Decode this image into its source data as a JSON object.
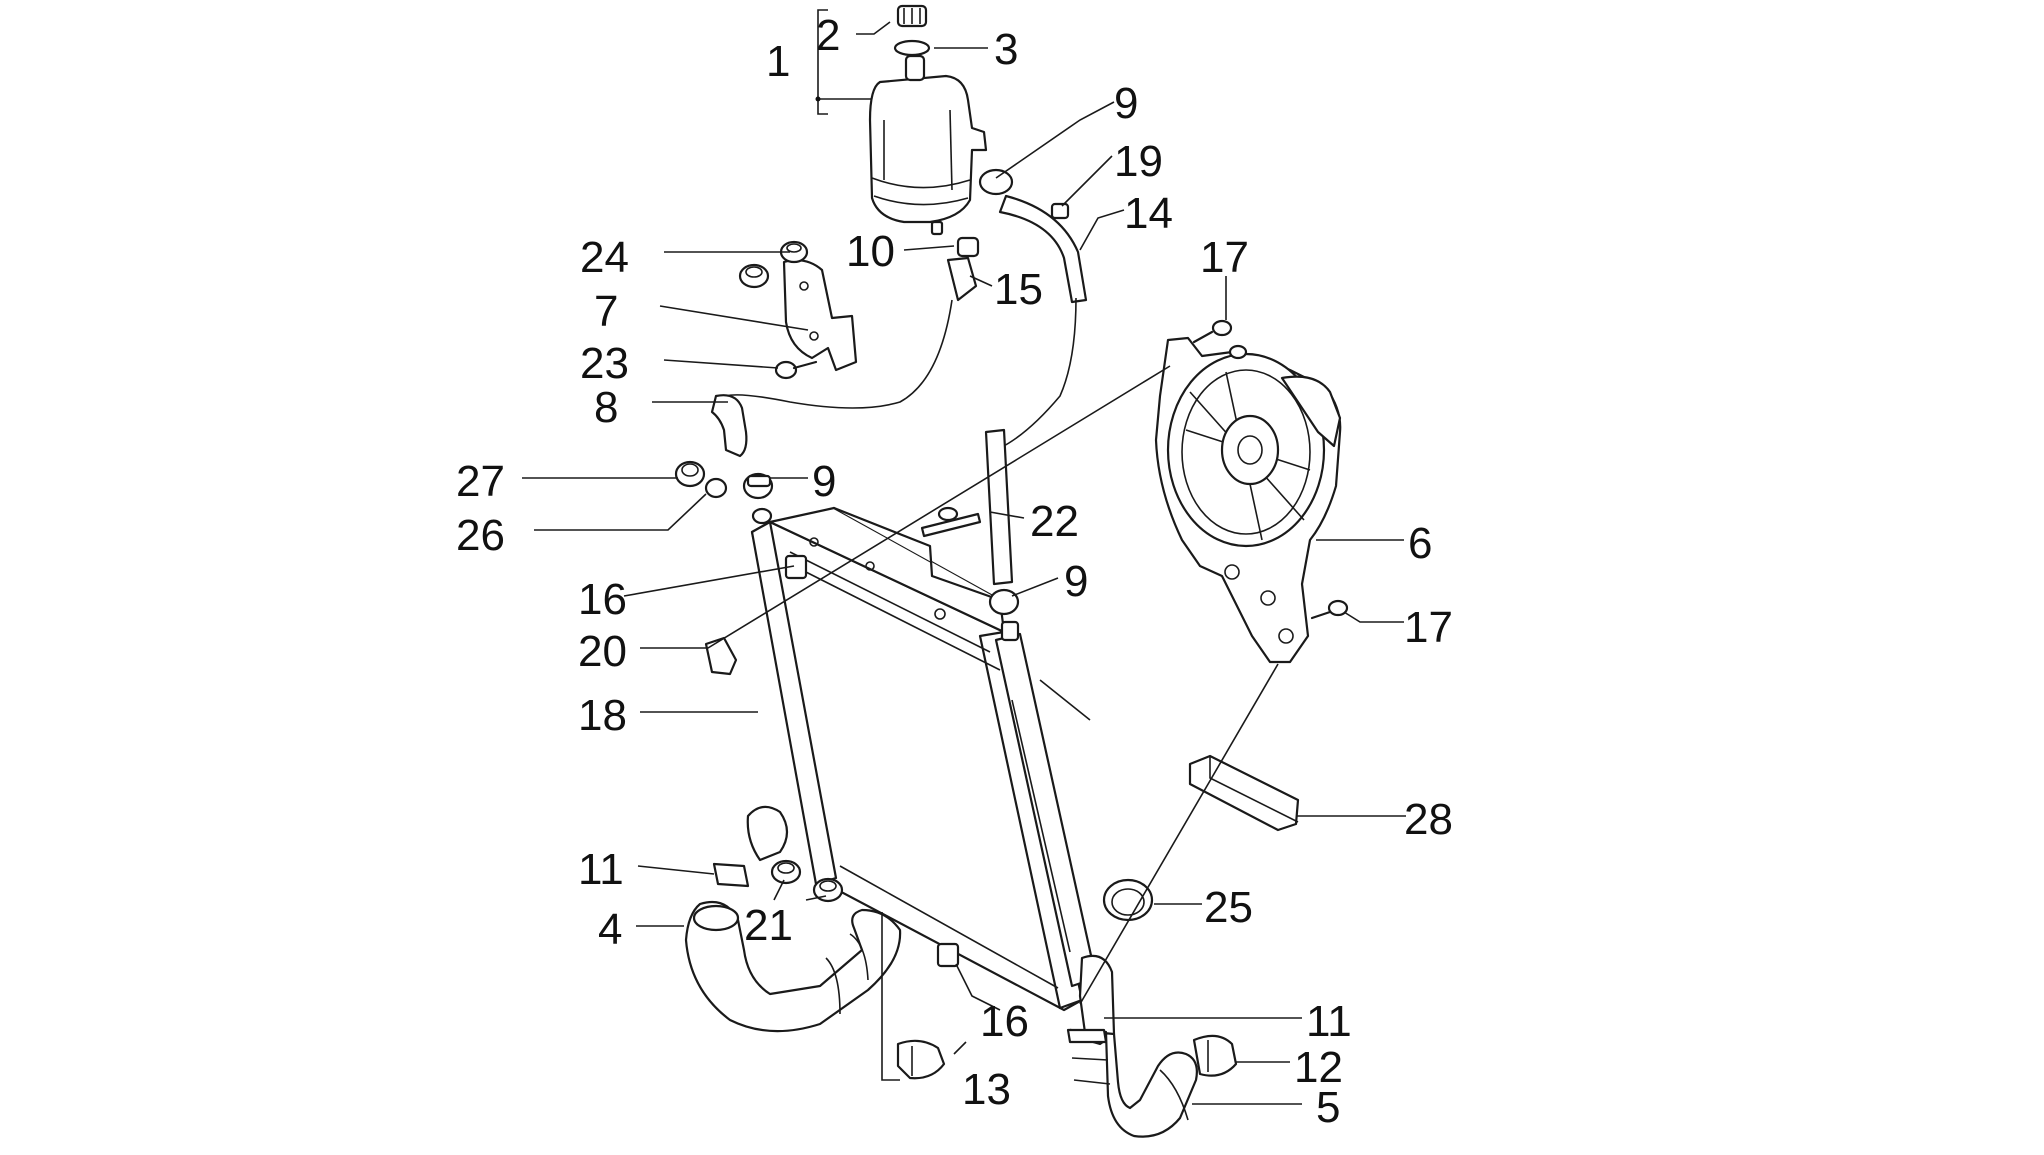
{
  "callouts": [
    {
      "id": "n1",
      "text": "1"
    },
    {
      "id": "n2",
      "text": "2"
    },
    {
      "id": "n3",
      "text": "3"
    },
    {
      "id": "n9a",
      "text": "9"
    },
    {
      "id": "n19",
      "text": "19"
    },
    {
      "id": "n14",
      "text": "14"
    },
    {
      "id": "n10",
      "text": "10"
    },
    {
      "id": "n15",
      "text": "15"
    },
    {
      "id": "n24",
      "text": "24"
    },
    {
      "id": "n7",
      "text": "7"
    },
    {
      "id": "n23",
      "text": "23"
    },
    {
      "id": "n8",
      "text": "8"
    },
    {
      "id": "n17a",
      "text": "17"
    },
    {
      "id": "n27",
      "text": "27"
    },
    {
      "id": "n9b",
      "text": "9"
    },
    {
      "id": "n26",
      "text": "26"
    },
    {
      "id": "n22",
      "text": "22"
    },
    {
      "id": "n6",
      "text": "6"
    },
    {
      "id": "n16a",
      "text": "16"
    },
    {
      "id": "n9c",
      "text": "9"
    },
    {
      "id": "n17b",
      "text": "17"
    },
    {
      "id": "n20",
      "text": "20"
    },
    {
      "id": "n18",
      "text": "18"
    },
    {
      "id": "n28",
      "text": "28"
    },
    {
      "id": "n11a",
      "text": "11"
    },
    {
      "id": "n21",
      "text": "21"
    },
    {
      "id": "n25",
      "text": "25"
    },
    {
      "id": "n4",
      "text": "4"
    },
    {
      "id": "n16b",
      "text": "16"
    },
    {
      "id": "n11b",
      "text": "11"
    },
    {
      "id": "n12",
      "text": "12"
    },
    {
      "id": "n13",
      "text": "13"
    },
    {
      "id": "n5",
      "text": "5"
    }
  ]
}
